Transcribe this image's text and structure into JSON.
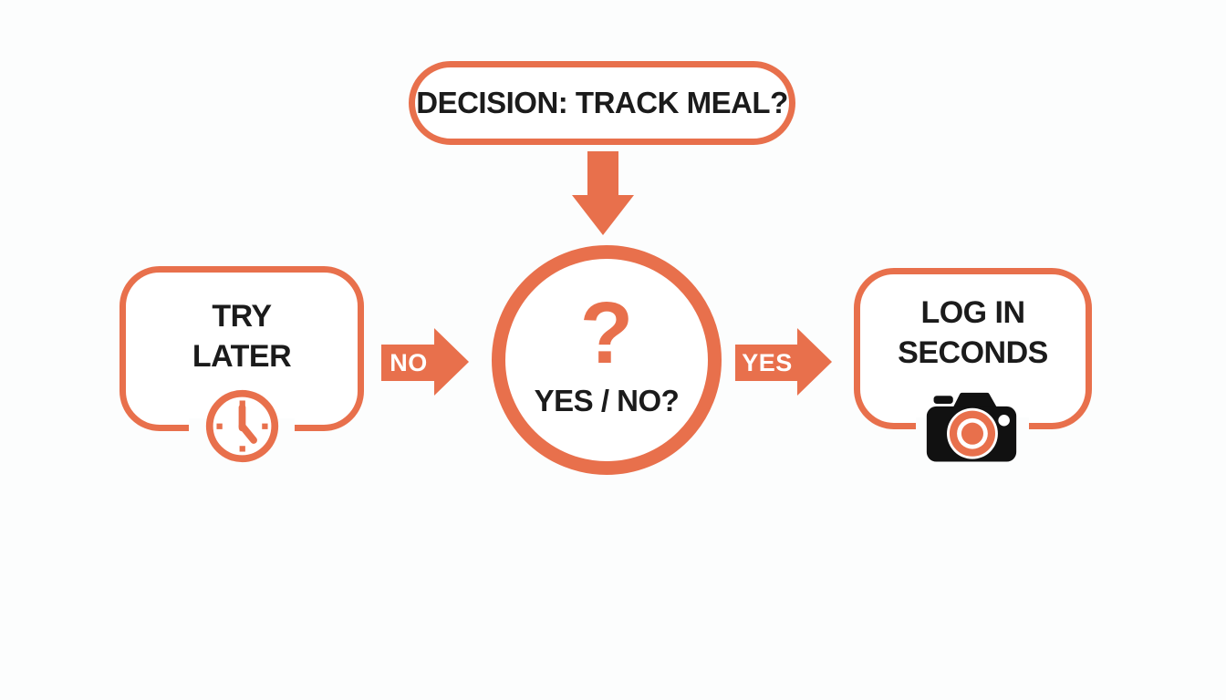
{
  "diagram": {
    "title_box": {
      "label": "DECISION: TRACK MEAL?"
    },
    "decision_node": {
      "question_mark": "?",
      "label": "YES / NO?"
    },
    "no_branch": {
      "arrow_label": "NO",
      "box": {
        "line1": "TRY",
        "line2": "LATER",
        "icon": "clock-icon"
      }
    },
    "yes_branch": {
      "arrow_label": "YES",
      "box": {
        "line1": "LOG IN",
        "line2": "SECONDS",
        "icon": "camera-icon"
      }
    },
    "colors": {
      "accent": "#E8704C",
      "text": "#1B1B1B",
      "arrow_label_text": "#FFFFFF",
      "background": "#FCFDFD",
      "camera_body": "#111111"
    }
  }
}
